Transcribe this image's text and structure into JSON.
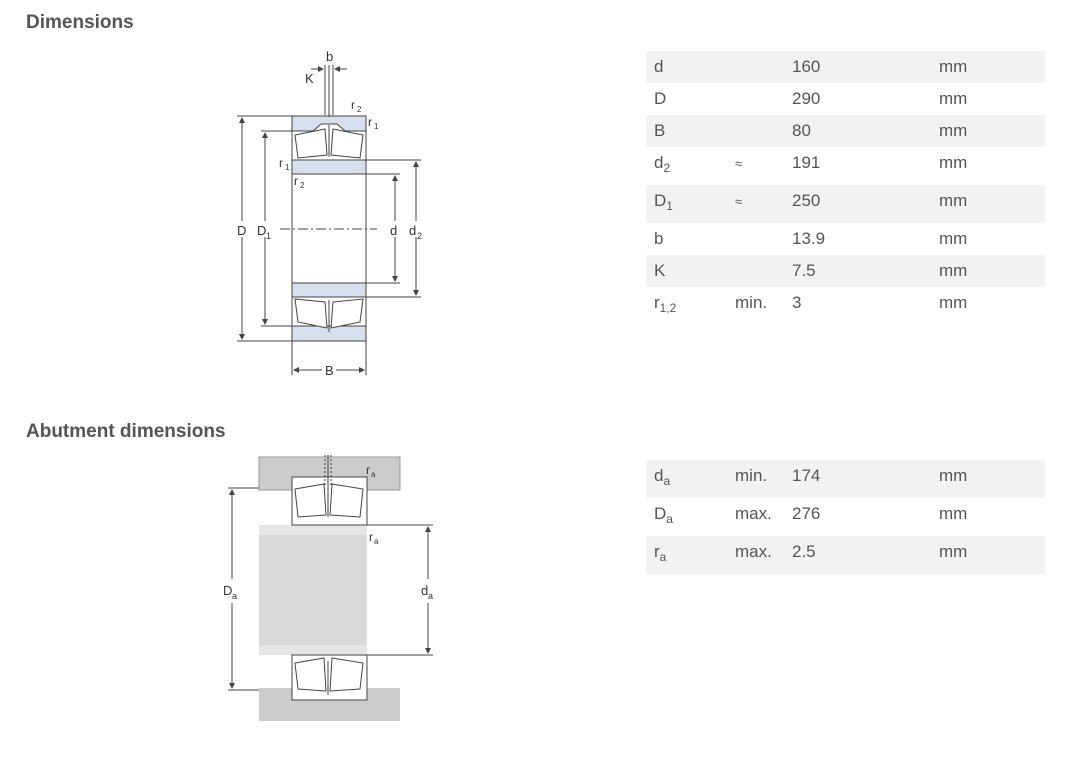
{
  "dimensions": {
    "title": "Dimensions",
    "drawing_labels": {
      "b": "b",
      "K": "K",
      "r1": "r",
      "r1_sub": "1",
      "r2": "r",
      "r2_sub": "2",
      "D": "D",
      "D1": "D",
      "D1_sub": "1",
      "d": "d",
      "d2": "d",
      "d2_sub": "2",
      "B": "B"
    },
    "rows": [
      {
        "sym": "d",
        "sub": "",
        "qual": "",
        "value": "160",
        "unit": "mm"
      },
      {
        "sym": "D",
        "sub": "",
        "qual": "",
        "value": "290",
        "unit": "mm"
      },
      {
        "sym": "B",
        "sub": "",
        "qual": "",
        "value": "80",
        "unit": "mm"
      },
      {
        "sym": "d",
        "sub": "2",
        "qual": "≈",
        "value": "191",
        "unit": "mm"
      },
      {
        "sym": "D",
        "sub": "1",
        "qual": "≈",
        "value": "250",
        "unit": "mm"
      },
      {
        "sym": "b",
        "sub": "",
        "qual": "",
        "value": "13.9",
        "unit": "mm"
      },
      {
        "sym": "K",
        "sub": "",
        "qual": "",
        "value": "7.5",
        "unit": "mm"
      },
      {
        "sym": "r",
        "sub": "1,2",
        "qual": "min.",
        "value": "3",
        "unit": "mm"
      }
    ]
  },
  "abutment": {
    "title": "Abutment dimensions",
    "drawing_labels": {
      "ra": "r",
      "ra_sub": "a",
      "Da": "D",
      "Da_sub": "a",
      "da": "d",
      "da_sub": "a"
    },
    "rows": [
      {
        "sym": "d",
        "sub": "a",
        "qual": "min.",
        "value": "174",
        "unit": "mm"
      },
      {
        "sym": "D",
        "sub": "a",
        "qual": "max.",
        "value": "276",
        "unit": "mm"
      },
      {
        "sym": "r",
        "sub": "a",
        "qual": "max.",
        "value": "2.5",
        "unit": "mm"
      }
    ]
  },
  "colors": {
    "ring_fill": "#d6e0ee",
    "housing_fill": "#cccccc",
    "shaft_fill": "#d9d9d9",
    "row_shade": "#f2f2f2",
    "text": "#555555"
  }
}
